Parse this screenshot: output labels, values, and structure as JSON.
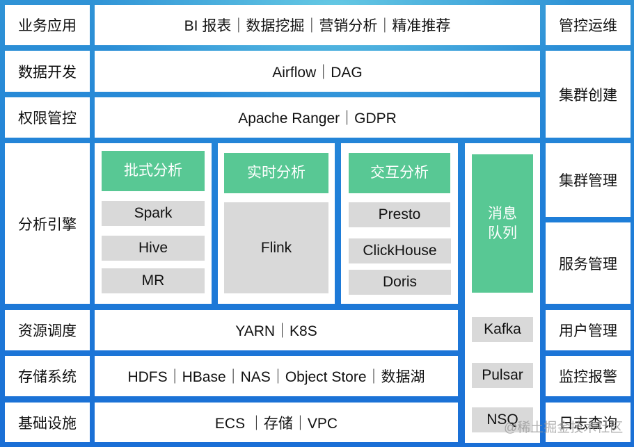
{
  "left_layers": [
    {
      "label": "业务应用"
    },
    {
      "label": "数据开发"
    },
    {
      "label": "权限管控"
    },
    {
      "label": "分析引擎"
    },
    {
      "label": "资源调度"
    },
    {
      "label": "存储系统"
    },
    {
      "label": "基础设施"
    }
  ],
  "center_rows": {
    "business": "BI 报表｜数据挖掘｜营销分析｜精准推荐",
    "dev": "Airflow｜DAG",
    "auth": "Apache Ranger｜GDPR",
    "scheduling": "YARN｜K8S",
    "storage": "HDFS｜HBase｜NAS｜Object Store｜数据湖",
    "infra": "ECS ｜存储｜VPC"
  },
  "engines": {
    "batch": {
      "title": "批式分析",
      "items": [
        "Spark",
        "Hive",
        "MR"
      ]
    },
    "realtime": {
      "title": "实时分析",
      "items": [
        "Flink"
      ]
    },
    "interactive": {
      "title": "交互分析",
      "items": [
        "Presto",
        "ClickHouse",
        "Doris"
      ]
    }
  },
  "message_queue": {
    "title": "消息\n队列",
    "items": [
      "Kafka",
      "Pulsar",
      "NSQ"
    ]
  },
  "right_column": [
    {
      "label": "管控运维"
    },
    {
      "label": "集群创建"
    },
    {
      "label": "集群管理"
    },
    {
      "label": "服务管理"
    },
    {
      "label": "用户管理"
    },
    {
      "label": "监控报警"
    },
    {
      "label": "日志查询"
    }
  ],
  "watermark": "@稀土掘金技术社区",
  "colors": {
    "background": "#1f7fd8",
    "header_green": "#58c894",
    "item_grey": "#d9d9d9"
  }
}
